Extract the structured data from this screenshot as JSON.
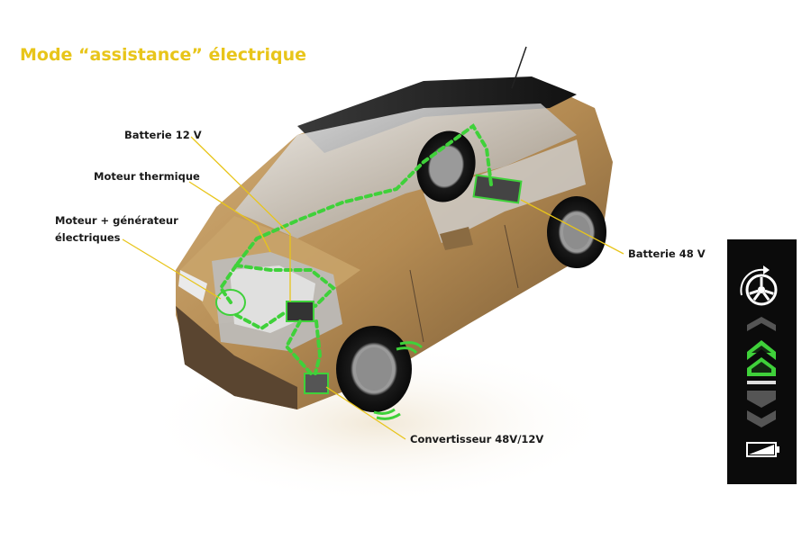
{
  "title": "Mode “assistance” électrique",
  "labels": {
    "battery_12v": "Batterie 12 V",
    "thermal_engine": "Moteur thermique",
    "motor_generator_line1": "Moteur + générateur",
    "motor_generator_line2": "électriques",
    "battery_48v": "Batterie 48 V",
    "converter": "Convertisseur 48V/12V"
  },
  "colors": {
    "title": "#e8c51a",
    "leader_line": "#e8c51a",
    "energy_flow": "#3fd13a",
    "car_body": "#b8915a",
    "panel_bg": "#0b0b0b",
    "active_chevron": "#3fd13a",
    "inactive_chevron": "#555555"
  },
  "indicator_panel": {
    "icons": [
      "wheel-rotation-icon",
      "chevron-up-icon",
      "chevron-up-icon",
      "chevron-down-icon",
      "chevron-down-icon",
      "battery-icon"
    ],
    "active_chevron": 2
  }
}
